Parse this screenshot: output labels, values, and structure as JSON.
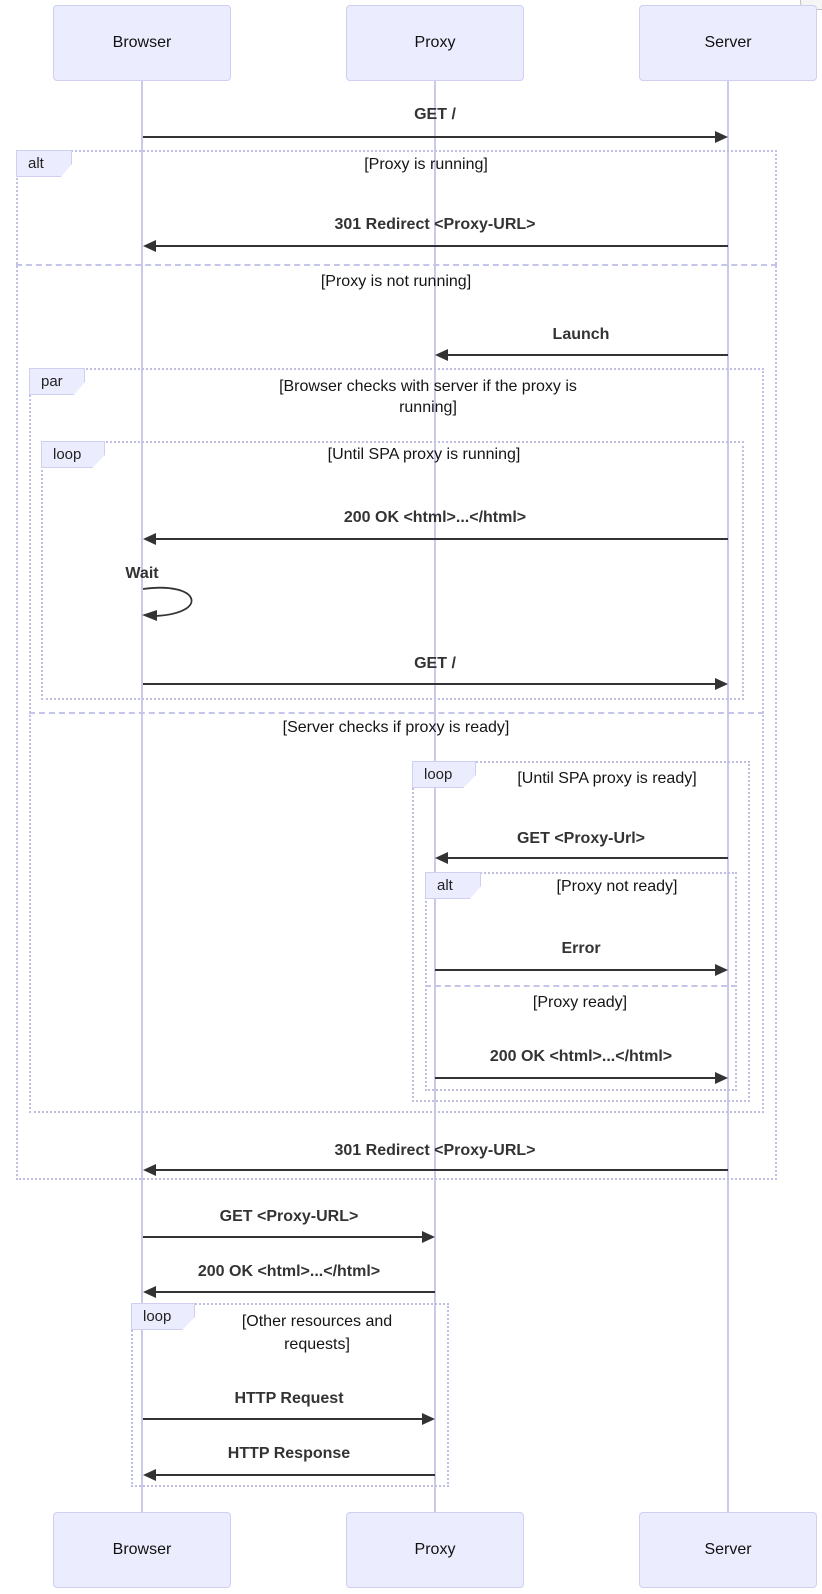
{
  "diagram_type": "sequence-diagram",
  "participants": [
    {
      "name": "Browser"
    },
    {
      "name": "Proxy"
    },
    {
      "name": "Server"
    }
  ],
  "messages": [
    {
      "label": "GET /",
      "from": "Browser",
      "to": "Server"
    },
    {
      "label": "301 Redirect <Proxy-URL>",
      "from": "Server",
      "to": "Browser"
    },
    {
      "label": "Launch",
      "from": "Server",
      "to": "Proxy"
    },
    {
      "label": "200 OK <html>...</html>",
      "from": "Server",
      "to": "Browser"
    },
    {
      "label": "Wait",
      "from": "Browser",
      "to": "Browser",
      "self": true
    },
    {
      "label": "GET /",
      "from": "Browser",
      "to": "Server"
    },
    {
      "label": "GET <Proxy-Url>",
      "from": "Server",
      "to": "Proxy"
    },
    {
      "label": "Error",
      "from": "Proxy",
      "to": "Server"
    },
    {
      "label": "200 OK <html>...</html>",
      "from": "Proxy",
      "to": "Server"
    },
    {
      "label": "301 Redirect <Proxy-URL>",
      "from": "Server",
      "to": "Browser"
    },
    {
      "label": "GET <Proxy-URL>",
      "from": "Browser",
      "to": "Proxy"
    },
    {
      "label": "200 OK <html>...</html>",
      "from": "Proxy",
      "to": "Browser"
    },
    {
      "label": "HTTP Request",
      "from": "Browser",
      "to": "Proxy"
    },
    {
      "label": "HTTP Response",
      "from": "Proxy",
      "to": "Browser"
    }
  ],
  "frames": [
    {
      "type": "alt",
      "label": "alt",
      "sections": [
        "[Proxy is running]",
        "[Proxy is not running]"
      ]
    },
    {
      "type": "par",
      "label": "par",
      "sections": [
        "[Browser checks with server if the proxy is running]",
        "[Server checks if proxy is ready]"
      ]
    },
    {
      "type": "loop",
      "label": "loop",
      "sections": [
        "[Until SPA proxy is running]"
      ]
    },
    {
      "type": "loop",
      "label": "loop",
      "sections": [
        "[Until SPA proxy is ready]"
      ]
    },
    {
      "type": "alt",
      "label": "alt",
      "sections": [
        "[Proxy not ready]",
        "[Proxy ready]"
      ]
    },
    {
      "type": "loop",
      "label": "loop",
      "sections": [
        "[Other resources and requests]"
      ]
    }
  ],
  "colors": {
    "actor_fill": "#ececff",
    "actor_border": "#cfcff2",
    "lifeline": "#c9c9ea",
    "frame_border": "#bfbfe5",
    "arrow": "#333333",
    "message_text": "#333333",
    "header_text": "#151515",
    "background": "#ffffff"
  }
}
